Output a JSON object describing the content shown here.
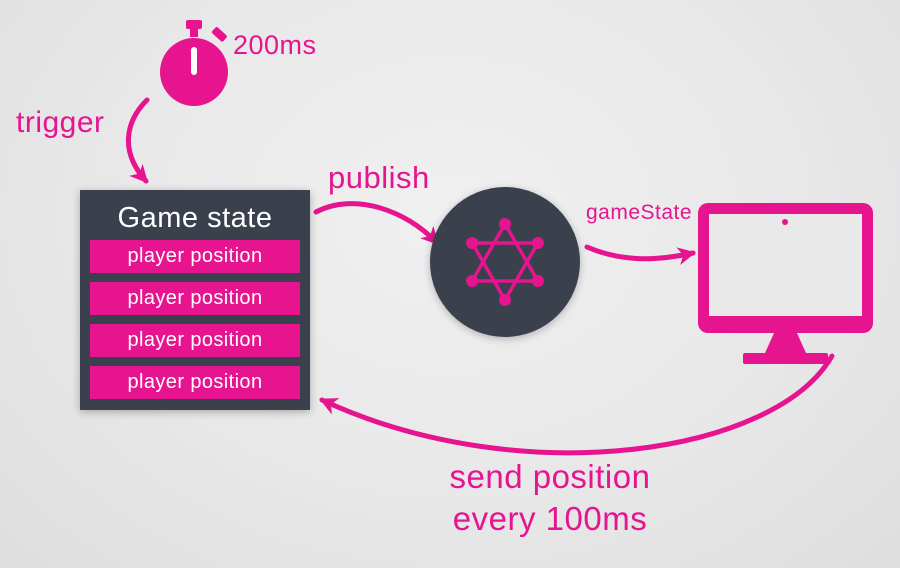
{
  "colors": {
    "accent": "#e6148f",
    "panel_dark": "#3b404d",
    "background": "#e9e9ea",
    "text_on_dark": "#ffffff"
  },
  "diagram": {
    "timer": {
      "duration_label": "200ms"
    },
    "trigger_label": "trigger",
    "game_state_box": {
      "title": "Game state",
      "rows": [
        "player position",
        "player position",
        "player position",
        "player position"
      ]
    },
    "publish_label": "publish",
    "gamestate_event_label": "gameState",
    "feedback_label": {
      "line1": "send position",
      "line2": "every 100ms"
    }
  },
  "icons": {
    "timer": "stopwatch-icon",
    "broker": "graphql-logo-icon",
    "client": "monitor-icon"
  }
}
